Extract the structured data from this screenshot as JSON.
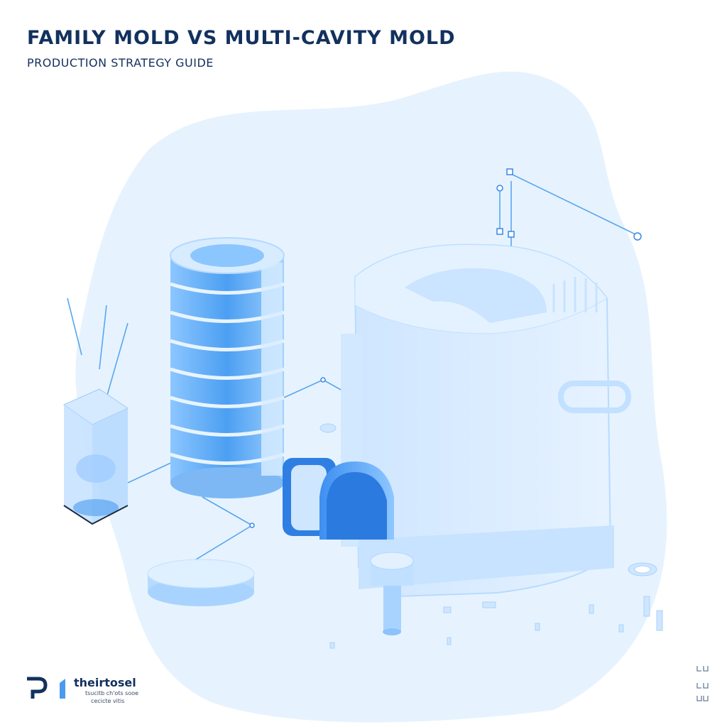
{
  "header": {
    "title": "FAMILY MOLD VS MULTI-CAVITY MOLD",
    "subtitle": "PRODUCTION STRATEGY GUIDE"
  },
  "brand": {
    "name": "theirtosel",
    "tagline_1": "tsucitb ch'ots sooe",
    "tagline_2": "cecicte vitis"
  },
  "colors": {
    "title": "#12315e",
    "accent": "#4a9bef",
    "background_blob": "#e3f2fd",
    "part_light": "#dceeff"
  },
  "illustration": {
    "components": [
      "multi-cavity-mold-cylinder",
      "family-mold-block",
      "clear-container",
      "disc-part",
      "connector-lines"
    ]
  }
}
